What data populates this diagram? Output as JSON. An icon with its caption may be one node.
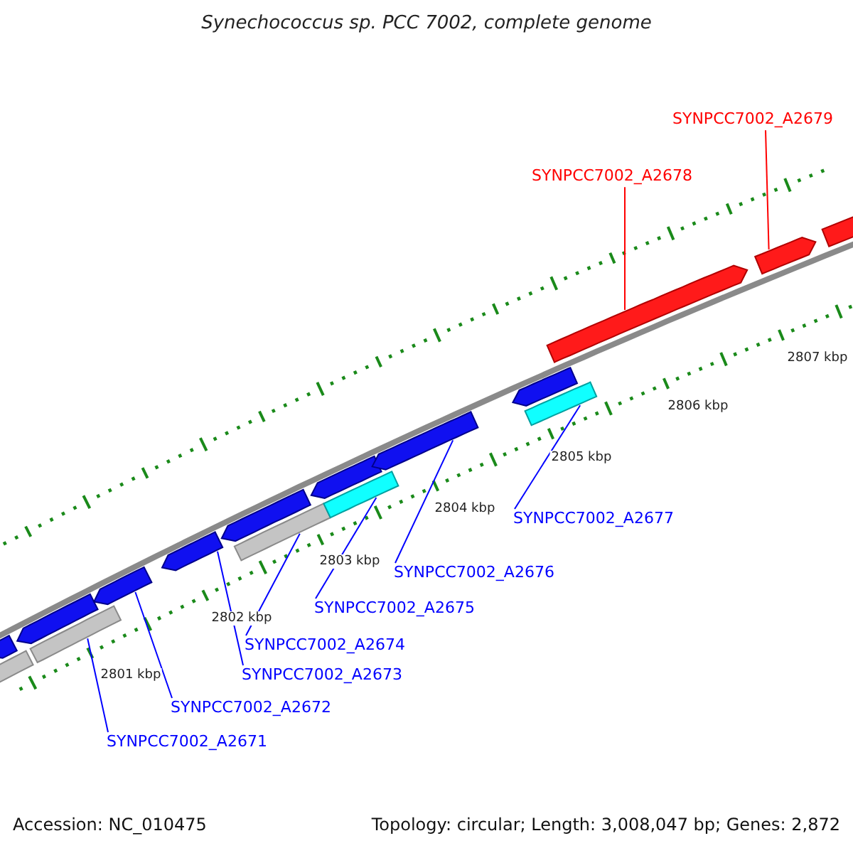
{
  "diagram": {
    "title": "Synechococcus sp. PCC 7002, complete genome",
    "nodes": [
      {
        "text": [
          "SYNPCC7002_A2679"
        ]
      },
      {
        "text": [
          "SYNPCC7002_A2678"
        ]
      },
      {
        "text": [
          "SYNPCC7002_A2677"
        ]
      },
      {
        "text": [
          "SYNPCC7002_A2676"
        ]
      },
      {
        "text": [
          "SYNPCC7002_A2675"
        ]
      },
      {
        "text": [
          "SYNPCC7002_A2674"
        ]
      },
      {
        "text": [
          "SYNPCC7002_A2673"
        ]
      },
      {
        "text": [
          "SYNPCC7002_A2672"
        ]
      },
      {
        "text": [
          "SYNPCC7002_A2671"
        ]
      },
      {
        "text": [],
        "shape": "bar"
      },
      {
        "text": [],
        "shape": "bar"
      },
      {
        "text": [],
        "shape": "bar"
      },
      {
        "text": [],
        "shape": "bar"
      },
      {
        "text": [],
        "shape": "bar"
      },
      {
        "text": [],
        "shape": "bar"
      },
      {
        "text": [],
        "shape": "bar"
      },
      {
        "text": [],
        "shape": "bar"
      },
      {
        "text": [],
        "shape": "bar"
      }
    ],
    "edges": [
      {
        "from": 0,
        "to": 17,
        "arrow": "none",
        "color": "#ff0000"
      },
      {
        "from": 1,
        "to": 16,
        "arrow": "none",
        "color": "#ff0000"
      },
      {
        "from": 2,
        "to": 15,
        "arrow": "none"
      },
      {
        "from": 3,
        "to": 14,
        "arrow": "none"
      },
      {
        "from": 4,
        "to": 13,
        "arrow": "none"
      },
      {
        "from": 5,
        "to": 12,
        "arrow": "none"
      },
      {
        "from": 6,
        "to": 11,
        "arrow": "none"
      },
      {
        "from": 7,
        "to": 10,
        "arrow": "none"
      },
      {
        "from": 8,
        "to": 9,
        "arrow": "none"
      }
    ],
    "labels": [
      "2801 kbp",
      "2802 kbp",
      "2803 kbp",
      "2804 kbp",
      "2805 kbp",
      "2806 kbp",
      "2807 kbp",
      "Accession: NC_010475",
      "Topology: circular; Length: 3,008,047 bp; Genes: 2,872"
    ]
  }
}
